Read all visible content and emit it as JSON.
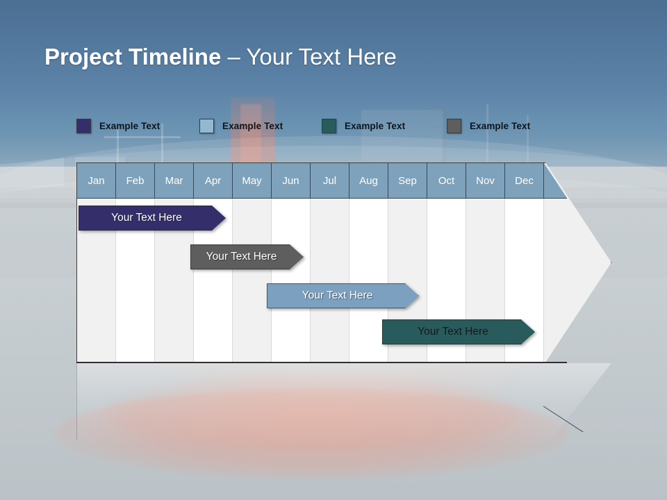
{
  "slide": {
    "title_bold": "Project Timeline",
    "title_rest": " – Your Text Here"
  },
  "legend": {
    "items": [
      {
        "label": "Example Text",
        "color": "#342f6b",
        "name": "legend-navy"
      },
      {
        "label": "Example Text",
        "color": "#94b7d2",
        "name": "legend-light-blue"
      },
      {
        "label": "Example Text",
        "color": "#2a5b5c",
        "name": "legend-teal"
      },
      {
        "label": "Example Text",
        "color": "#5e5e5e",
        "name": "legend-gray"
      }
    ]
  },
  "timeline": {
    "months": [
      "Jan",
      "Feb",
      "Mar",
      "Apr",
      "May",
      "Jun",
      "Jul",
      "Aug",
      "Sep",
      "Oct",
      "Nov",
      "Dec"
    ],
    "header_bg": "#7ea2bc",
    "header_text_color": "#ffffff",
    "body_bg_odd": "#f1f1f1",
    "body_bg_even": "#ffffff",
    "bars": [
      {
        "label": "Your  Text Here",
        "color": "#342f6b",
        "text_tone": "light",
        "start_month": "Jan",
        "end_month": "Apr",
        "row": 1
      },
      {
        "label": "Your  Text Here",
        "color": "#5e5e5e",
        "text_tone": "light",
        "start_month": "Apr",
        "end_month": "Jun",
        "row": 2
      },
      {
        "label": "Your  Text Here",
        "color": "#7ba0c0",
        "text_tone": "light",
        "start_month": "Jun",
        "end_month": "Sep",
        "row": 3
      },
      {
        "label": "Your  Text Here",
        "color": "#2a5b5c",
        "text_tone": "dark",
        "start_month": "Sep",
        "end_month": "Dec",
        "row": 4
      }
    ]
  },
  "chart_data": {
    "type": "bar",
    "title": "Project Timeline – Your Text Here",
    "categories": [
      "Jan",
      "Feb",
      "Mar",
      "Apr",
      "May",
      "Jun",
      "Jul",
      "Aug",
      "Sep",
      "Oct",
      "Nov",
      "Dec"
    ],
    "xlabel": "",
    "ylabel": "",
    "series": [
      {
        "name": "Example Text",
        "color": "#342f6b",
        "start": 0,
        "end": 3.8
      },
      {
        "name": "Example Text",
        "color": "#5e5e5e",
        "start": 2.9,
        "end": 5.8
      },
      {
        "name": "Example Text",
        "color": "#7ba0c0",
        "start": 4.9,
        "end": 8.8
      },
      {
        "name": "Example Text",
        "color": "#2a5b5c",
        "start": 7.9,
        "end": 11.8
      }
    ],
    "legend_position": "top",
    "grid": true
  }
}
